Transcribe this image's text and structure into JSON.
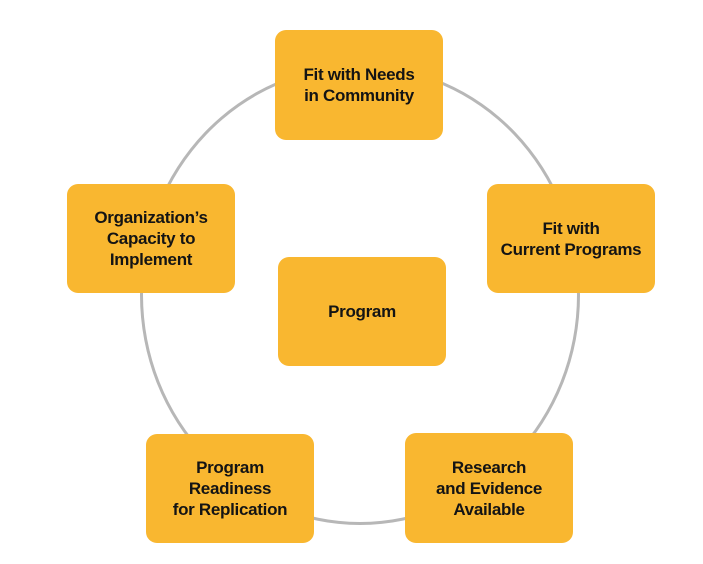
{
  "diagram": {
    "center": {
      "label": "Program"
    },
    "nodes": {
      "top": {
        "label": "Fit with Needs\nin Community"
      },
      "right": {
        "label": "Fit with\nCurrent Programs"
      },
      "bottom_right": {
        "label": "Research\nand Evidence\nAvailable"
      },
      "bottom_left": {
        "label": "Program\nReadiness\nfor Replication"
      },
      "left": {
        "label": "Organization’s\nCapacity to\nImplement"
      }
    }
  },
  "colors": {
    "node_fill": "#f9b730",
    "ring": "#b7b7b7",
    "text": "#141414",
    "background": "#ffffff"
  }
}
